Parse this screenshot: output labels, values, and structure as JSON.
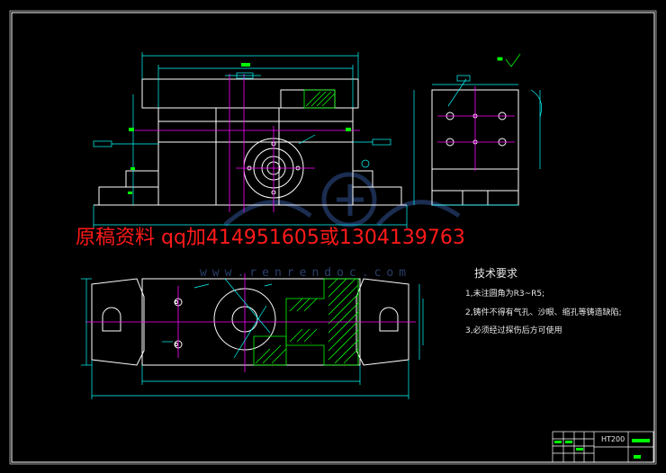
{
  "overlay": {
    "red_text": "原稿资料 qq加414951605或1304139763",
    "watermark_url": "www.renrendoc.com"
  },
  "tech_requirements": {
    "title": "技术要求",
    "items": [
      "1,未注圆角为R3~R5;",
      "2,铸件不得有气孔、沙眼、缩孔等铸造缺陷;",
      "3,必须经过探伤后方可使用"
    ]
  },
  "title_block": {
    "material": "HT200"
  },
  "colors": {
    "background": "#000000",
    "outline": "#ffffff",
    "centerline": "#ff00ff",
    "dimension": "#00ffff",
    "hatch": "#00ff00",
    "watermark_text": "#ff1a1a"
  }
}
